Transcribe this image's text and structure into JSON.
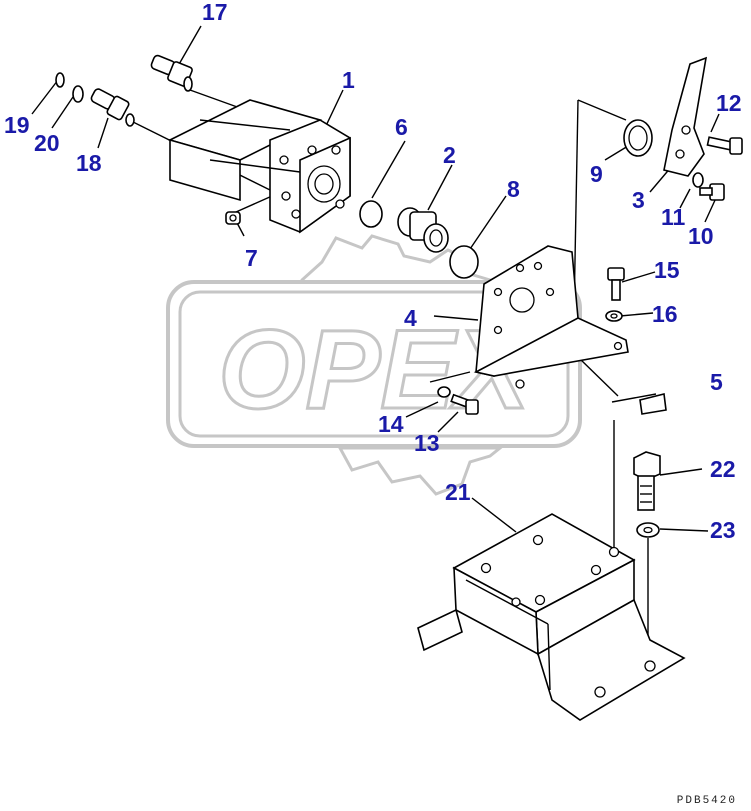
{
  "watermark": {
    "text": "OPEX"
  },
  "diagram_code": "PDB5420",
  "callouts": [
    {
      "id": "1",
      "label": "1"
    },
    {
      "id": "2",
      "label": "2"
    },
    {
      "id": "3",
      "label": "3"
    },
    {
      "id": "4",
      "label": "4"
    },
    {
      "id": "5",
      "label": "5"
    },
    {
      "id": "6",
      "label": "6"
    },
    {
      "id": "7",
      "label": "7"
    },
    {
      "id": "8",
      "label": "8"
    },
    {
      "id": "9",
      "label": "9"
    },
    {
      "id": "10",
      "label": "10"
    },
    {
      "id": "11",
      "label": "11"
    },
    {
      "id": "12",
      "label": "12"
    },
    {
      "id": "13",
      "label": "13"
    },
    {
      "id": "14",
      "label": "14"
    },
    {
      "id": "15",
      "label": "15"
    },
    {
      "id": "16",
      "label": "16"
    },
    {
      "id": "17",
      "label": "17"
    },
    {
      "id": "18",
      "label": "18"
    },
    {
      "id": "19",
      "label": "19"
    },
    {
      "id": "20",
      "label": "20"
    },
    {
      "id": "21",
      "label": "21"
    },
    {
      "id": "22",
      "label": "22"
    },
    {
      "id": "23",
      "label": "23"
    }
  ],
  "colors": {
    "callout": "#1a1aa8",
    "watermark": "#c6c6c6",
    "line": "#000000"
  }
}
